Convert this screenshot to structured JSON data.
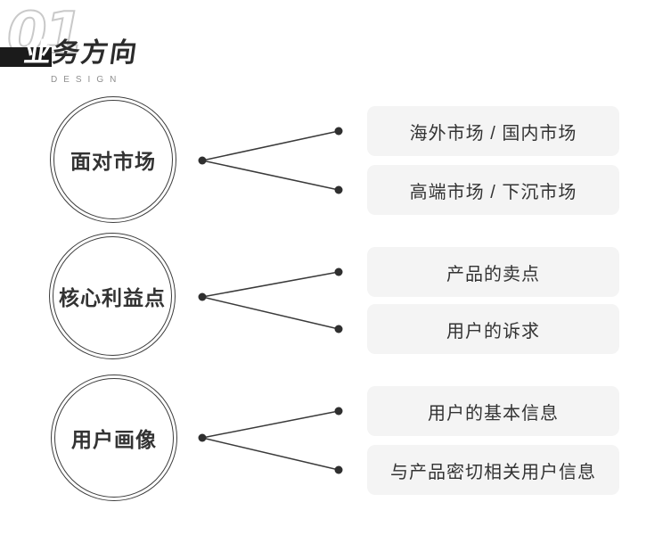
{
  "header": {
    "number": "01",
    "title": "业务方向",
    "title_first": "业",
    "title_rest": "务方向",
    "subtitle": "DESIGN"
  },
  "groups": [
    {
      "circle_label": "面对市场",
      "items": [
        {
          "label": "海外市场 / 国内市场"
        },
        {
          "label": "高端市场 / 下沉市场"
        }
      ]
    },
    {
      "circle_label": "核心利益点",
      "items": [
        {
          "label": "产品的卖点"
        },
        {
          "label": "用户的诉求"
        }
      ]
    },
    {
      "circle_label": "用户画像",
      "items": [
        {
          "label": "用户的基本信息"
        },
        {
          "label": "与产品密切相关用户信息"
        }
      ]
    }
  ],
  "colors": {
    "background": "#ffffff",
    "box_background": "#f4f4f4",
    "text": "#333333",
    "line": "#3a3a3a",
    "header_bar": "#1b1b1b",
    "number_outline": "#c9c9c9",
    "subtitle_gray": "#8f8f8f"
  }
}
